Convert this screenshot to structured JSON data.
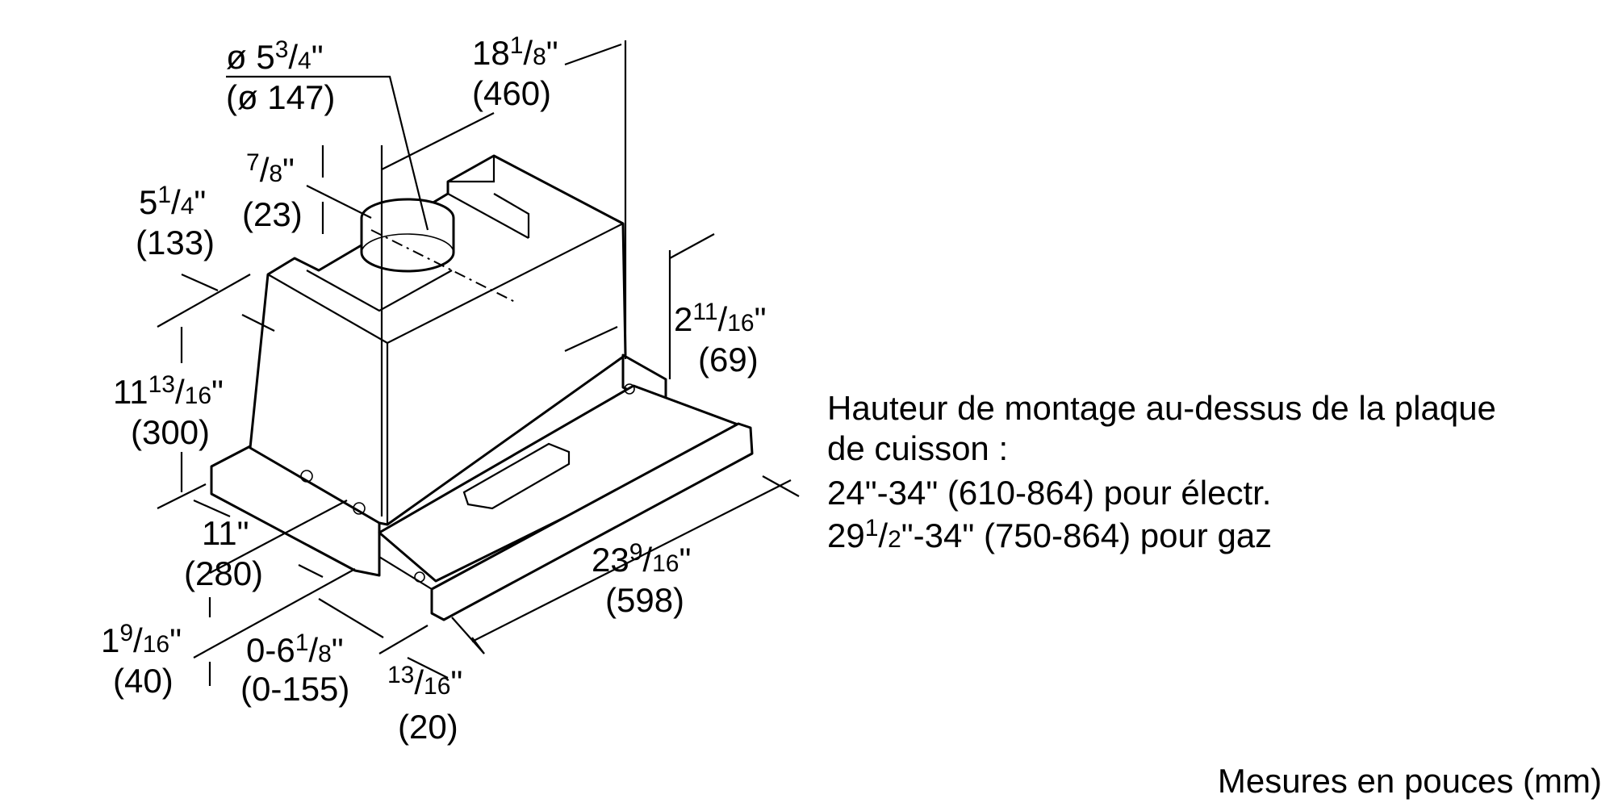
{
  "dimensions": {
    "duct_diameter": {
      "whole": "ø 5",
      "num": "3",
      "den": "4",
      "unit": "\"",
      "metric": "(ø 147)"
    },
    "depth_top": {
      "whole": "18",
      "num": "1",
      "den": "8",
      "unit": "\"",
      "metric": "(460)"
    },
    "collar_height": {
      "whole": "",
      "num": "7",
      "den": "8",
      "unit": "\"",
      "metric": "(23)"
    },
    "chimney_offset": {
      "whole": "5",
      "num": "1",
      "den": "4",
      "unit": "\"",
      "metric": "(133)"
    },
    "body_height": {
      "whole": "11",
      "num": "13",
      "den": "16",
      "unit": "\"",
      "metric": "(300)"
    },
    "back_step": {
      "whole": "2",
      "num": "11",
      "den": "16",
      "unit": "\"",
      "metric": "(69)"
    },
    "depth_bottom": {
      "whole": "11",
      "num": "",
      "den": "",
      "unit": "\"",
      "metric": "(280)"
    },
    "base_height": {
      "whole": "1",
      "num": "9",
      "den": "16",
      "unit": "\"",
      "metric": "(40)"
    },
    "extension": {
      "whole": "0-6",
      "num": "1",
      "den": "8",
      "unit": "\"",
      "metric": "(0-155)"
    },
    "front_lip": {
      "whole": "",
      "num": "13",
      "den": "16",
      "unit": "\"",
      "metric": "(20)"
    },
    "width": {
      "whole": "23",
      "num": "9",
      "den": "16",
      "unit": "\"",
      "metric": "(598)"
    }
  },
  "mounting_note": {
    "line1": "Hauteur de montage au-dessus de la plaque",
    "line2": "de cuisson :",
    "line3": "24\"-34\" (610-864) pour électr.",
    "line4_whole": "29",
    "line4_num": "1",
    "line4_den": "2",
    "line4_rest": "\"-34\" (750-864) pour gaz"
  },
  "units_note": "Mesures en pouces (mm)"
}
